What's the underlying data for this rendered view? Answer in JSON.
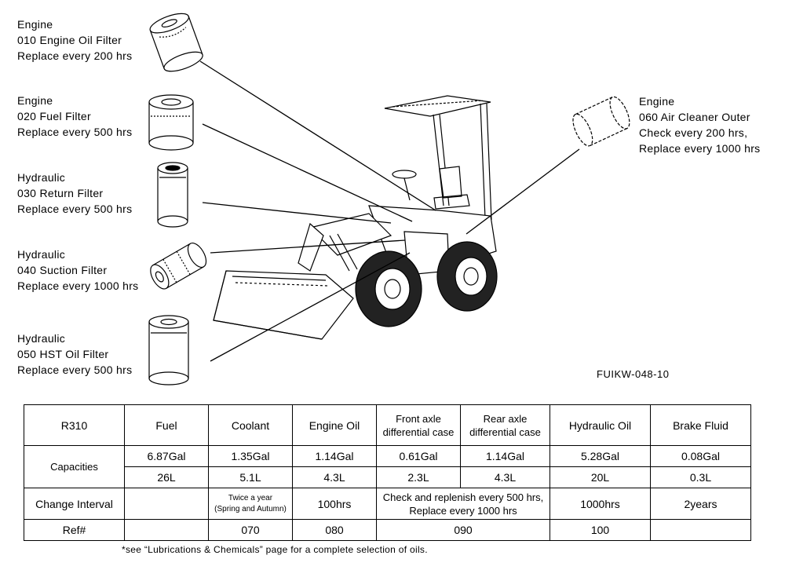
{
  "callouts": [
    {
      "id": "010",
      "lines": [
        "Engine",
        "010  Engine  Oil  Filter",
        "Replace  every  200  hrs"
      ]
    },
    {
      "id": "020",
      "lines": [
        "Engine",
        "020  Fuel  Filter",
        "Replace  every  500  hrs"
      ]
    },
    {
      "id": "030",
      "lines": [
        "Hydraulic",
        "030  Return  Filter",
        "Replace  every  500  hrs"
      ]
    },
    {
      "id": "040",
      "lines": [
        "Hydraulic",
        "040  Suction  Filter",
        "Replace  every  1000  hrs"
      ]
    },
    {
      "id": "050",
      "lines": [
        "Hydraulic",
        "050  HST  Oil  Filter",
        "Replace  every  500  hrs"
      ]
    },
    {
      "id": "060",
      "lines": [
        "Engine",
        "060  Air  Cleaner  Outer",
        "Check  every  200  hrs,",
        "Replace  every  1000  hrs"
      ]
    }
  ],
  "figure_code": "FUIKW-048-10",
  "table": {
    "model": "R310",
    "columns": [
      {
        "label": [
          "Fuel"
        ]
      },
      {
        "label": [
          "Coolant"
        ]
      },
      {
        "label": [
          "Engine  Oil"
        ]
      },
      {
        "label": [
          "Front  axle",
          "differential  case"
        ]
      },
      {
        "label": [
          "Rear  axle",
          "differential  case"
        ]
      },
      {
        "label": [
          "Hydraulic  Oil"
        ]
      },
      {
        "label": [
          "Brake  Fluid"
        ]
      }
    ],
    "capacities_label": "Capacities",
    "capacities_gal": [
      "6.87Gal",
      "1.35Gal",
      "1.14Gal",
      "0.61Gal",
      "1.14Gal",
      "5.28Gal",
      "0.08Gal"
    ],
    "capacities_l": [
      "26L",
      "5.1L",
      "4.3L",
      "2.3L",
      "4.3L",
      "20L",
      "0.3L"
    ],
    "change_interval_label": "Change  Interval",
    "change_interval": {
      "fuel": "",
      "coolant": [
        "Twice  a  year",
        "(Spring  and  Autumn)"
      ],
      "engine_oil": "100hrs",
      "axles": [
        "Check  and  replenish  every  500  hrs,",
        "Replace  every  1000  hrs"
      ],
      "hydraulic_oil": "1000hrs",
      "brake_fluid": "2years"
    },
    "ref_label": "Ref#",
    "ref": {
      "fuel": "",
      "coolant": "070",
      "engine_oil": "080",
      "axles": "090",
      "hydraulic_oil": "100",
      "brake_fluid": ""
    }
  },
  "footnote": "*see  “Lubrications  &  Chemicals”  page  for  a  complete  selection  of  oils."
}
